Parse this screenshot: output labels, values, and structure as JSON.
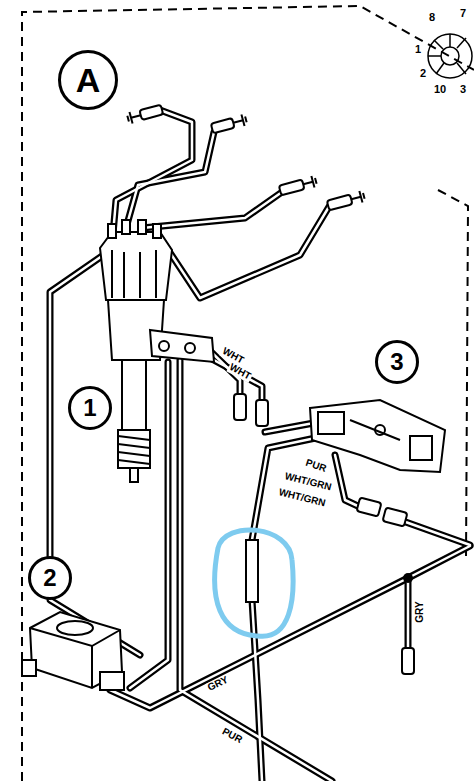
{
  "diagram": {
    "nodes": [
      {
        "text": [
          "A"
        ]
      },
      {
        "text": [
          "1"
        ]
      },
      {
        "text": [
          "2"
        ]
      },
      {
        "text": [
          "3"
        ]
      }
    ],
    "labels": [
      "WHT",
      "WHT",
      "PUR",
      "WHT/GRN",
      "WHT/GRN",
      "GRY",
      "GRY",
      "PUR",
      "8",
      "7",
      "1",
      "2",
      "10",
      "3"
    ]
  }
}
